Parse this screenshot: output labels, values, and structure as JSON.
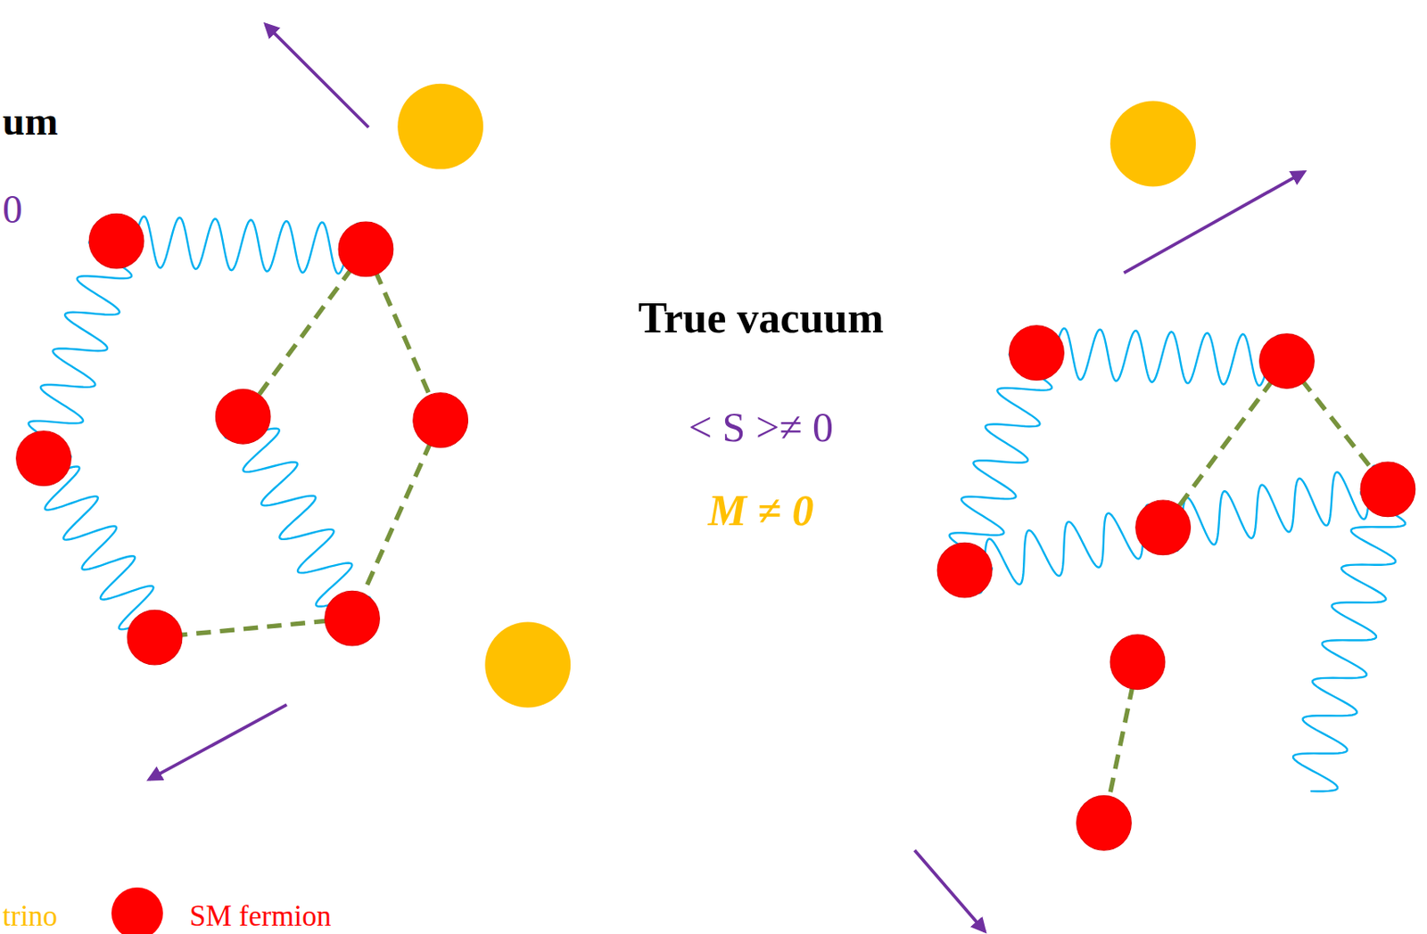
{
  "diagram": {
    "nodes": [
      {
        "text": [
          "True vacuum",
          "< S >≠ 0",
          "M ≠ 0"
        ]
      }
    ],
    "labels": [
      "um",
      "0",
      "trino"
    ],
    "legend": [
      {
        "text": "SM fermion",
        "color": "#ff0000"
      }
    ]
  }
}
